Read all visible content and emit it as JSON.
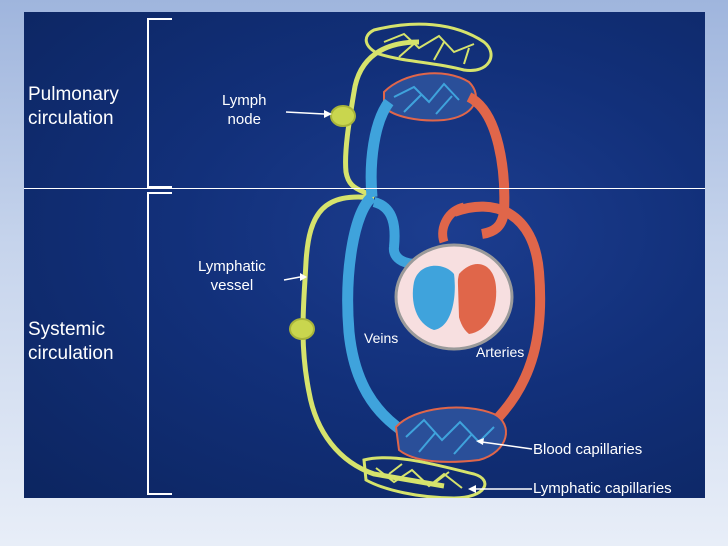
{
  "labels": {
    "pulmonary_line1": "Pulmonary",
    "pulmonary_line2": "circulation",
    "systemic_line1": "Systemic",
    "systemic_line2": "circulation",
    "lymph_node_line1": "Lymph",
    "lymph_node_line2": "node",
    "lymphatic_vessel_line1": "Lymphatic",
    "lymphatic_vessel_line2": "vessel",
    "veins": "Veins",
    "arteries": "Arteries",
    "blood_capillaries": "Blood capillaries",
    "lymphatic_capillaries": "Lymphatic capillaries"
  },
  "colors": {
    "background_panel": "#12307a",
    "lymph": "#d6e36c",
    "vein": "#3fa3dc",
    "artery": "#e0664a",
    "text": "#ffffff"
  }
}
